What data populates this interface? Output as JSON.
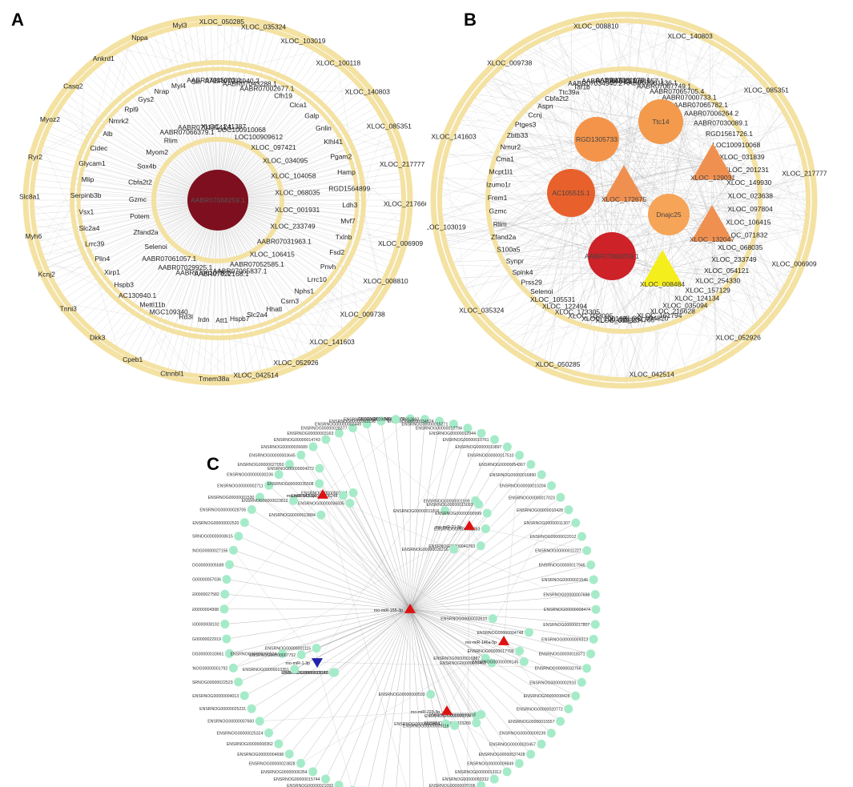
{
  "panels": {
    "a": {
      "letter": "A",
      "hub": "AABR07068259.1",
      "inner_labels": [
        "XLOC_241387",
        "LOC100910068",
        "LOC100909612",
        "XLOC_097421",
        "XLOC_034095",
        "XLOC_104058",
        "XLOC_068035",
        "XLOC_001931",
        "XLOC_233749",
        "AABR07031963.1",
        "XLOC_106415",
        "AABR07052585.1",
        "AABR07065837.1",
        "AABR07022168.1",
        "AABR07061078.1",
        "AABR07029925.1",
        "AABR07061057.1",
        "Selenoi",
        "Zfand2a",
        "Potem",
        "Gzmc",
        "Cbfa2t2",
        "Sox4b",
        "Myom2",
        "Rlim",
        "AABR07066379.1",
        "AABR07016141.1"
      ],
      "middle_labels": [
        "AABR07015003.1",
        "AABR07034940.2",
        "AABR07043288.1",
        "AABR07002677.1",
        "Cfh19",
        "Clca1",
        "Galp",
        "Gnlin",
        "Klhl41",
        "Pgam2",
        "Hamp",
        "RGD1564899",
        "Ldh3",
        "Mvf7",
        "Txlnb",
        "Fsd2",
        "Pnvh",
        "Lrrc10",
        "Nphs1",
        "Csrn3",
        "Hhatl",
        "Slc2a4",
        "Hspb7",
        "Att1",
        "Irdn",
        "Rd3l",
        "MGC109340",
        "Mettl11b",
        "AC130940.1",
        "Hspb3",
        "Xirp1",
        "Plin4",
        "Lrrc39",
        "Slc2a4",
        "Vsx1",
        "Serpinb3b",
        "Mlip",
        "Glycam1",
        "Cidec",
        "Alb",
        "Nmrk2",
        "Rpl9",
        "Gys2",
        "Nrap",
        "Myl4",
        "Sln"
      ],
      "outer_labels": [
        "XLOC_050285",
        "XLOC_035324",
        "XLOC_103019",
        "XLOC_100118",
        "XLOC_140803",
        "XLOC_085351",
        "XLOC_217777",
        "XLOC_217666",
        "XLOC_006909",
        "XLOC_008810",
        "XLOC_009738",
        "XLOC_141603",
        "XLOC_052926",
        "XLOC_042514",
        "Tmem38a",
        "Ctnnbl1",
        "Cpeb1",
        "Dkk3",
        "Tnni3",
        "Kcnj2",
        "Myh6",
        "Slc8a1",
        "Ryr2",
        "Myoz2",
        "Casq2",
        "Ankrd1",
        "Nppa",
        "Myl3"
      ]
    },
    "b": {
      "letter": "B",
      "hubs": [
        {
          "id": "ttc14",
          "label": "Ttc14",
          "shape": "circle",
          "color": "#f39a4c"
        },
        {
          "id": "rgd1305733",
          "label": "RGD1305733",
          "shape": "circle",
          "color": "#f4944a"
        },
        {
          "id": "xloc129031",
          "label": "XLOC_129031",
          "shape": "triangle",
          "color": "#f09050"
        },
        {
          "id": "xloc172675",
          "label": "XLOC_172675",
          "shape": "triangle",
          "color": "#f09050"
        },
        {
          "id": "ac105515",
          "label": "AC105515.1",
          "shape": "circle",
          "color": "#e8602c"
        },
        {
          "id": "dnajc25",
          "label": "Dnajc25",
          "shape": "circle",
          "color": "#f6a457"
        },
        {
          "id": "xloc132047",
          "label": "XLOC_132047",
          "shape": "triangle",
          "color": "#f09050"
        },
        {
          "id": "aabr07068259",
          "label": "AABR07068259.1",
          "shape": "circle",
          "color": "#cc2228"
        },
        {
          "id": "xloc008484",
          "label": "XLOC_008484",
          "shape": "triangle",
          "color": "#f4ee1c"
        }
      ],
      "inner_labels": [
        "AABR07034940.2",
        "AABR07065813.1",
        "AABR07061078.1",
        "AABR07061057.1",
        "AABR07061136.1",
        "AABR07067749.1",
        "AABR07065705.4",
        "AABR07000733.1",
        "AABR07065782.1",
        "AABR07006264.2",
        "AABR07030089.1",
        "RGD1561726.1",
        "LOC100910068",
        "XLOC_031839",
        "XLOC_201231",
        "XLOC_149930",
        "XLOC_023638",
        "XLOC_097804",
        "XLOC_106415",
        "XLOC_071832",
        "XLOC_068035",
        "XLOC_233749",
        "XLOC_054121",
        "XLOC_254330",
        "XLOC_157129",
        "XLOC_124134",
        "XLOC_035094",
        "XLOC_216628",
        "XLOC_161794",
        "XLOC_094820",
        "XLOC_234765",
        "XLOC_018337",
        "XLOC_100185",
        "XLOC_033095",
        "XLOC_173305",
        "XLOC_122494",
        "XLOC_105531",
        "Selenoi",
        "Prss29",
        "Spink4",
        "Synpr",
        "S100a5",
        "Zfand2a",
        "Rlim",
        "Gzmc",
        "Frem1",
        "Izumo1r",
        "Mcpt1l1",
        "Cma1",
        "Nmur2",
        "Zbtb33",
        "Ptges3",
        "Ccnj",
        "Aspn",
        "Cbfa2t2",
        "Ttc39a",
        "Taf1b"
      ],
      "outer_labels": [
        "XLOC_140803",
        "XLOC_085351",
        "XLOC_217777",
        "XLOC_006909",
        "XLOC_052926",
        "XLOC_042514",
        "XLOC_050285",
        "XLOC_035324",
        "XLOC_103019",
        "XLOC_141603",
        "XLOC_009738",
        "XLOC_008810"
      ]
    },
    "c": {
      "letter": "C",
      "mirnas": [
        {
          "id": "m1",
          "label": "rno-miR-155-3p",
          "color": "#dd1111",
          "shape": "tri-up"
        },
        {
          "id": "m2",
          "label": "rno-miR-142-5p",
          "color": "#dd1111",
          "shape": "tri-up"
        },
        {
          "id": "m3",
          "label": "rno-miR-21-5p",
          "color": "#dd1111",
          "shape": "tri-up"
        },
        {
          "id": "m4",
          "label": "rno-miR-223-3p",
          "color": "#dd1111",
          "shape": "tri-up"
        },
        {
          "id": "m5",
          "label": "rno-miR-146a-5p",
          "color": "#dd1111",
          "shape": "tri-up"
        },
        {
          "id": "m6",
          "label": "rno-miR-1-3p",
          "color": "#2222aa",
          "shape": "tri-down"
        }
      ],
      "genes": [
        "ENSRNOG00000014879",
        "ENSRNOG00000012692",
        "ENSRNOG00000034524",
        "ENSRNOG00000015271",
        "ENSRNOG00000012794",
        "ENSRNOG00000012944",
        "ENSRNOG00000010761",
        "ENSRNOG00000010897",
        "ENSRNOG00000017510",
        "ENSRNOG00000054367",
        "ENSRNOG00000016890",
        "ENSRNOG00000010204",
        "ENSRNOG00000017023",
        "ENSRNOG00000010428",
        "ENSRNOG00000011307",
        "ENSRNOG00000022012",
        "ENSRNOG00000011227",
        "ENSRNOG00000017946",
        "ENSRNOG00000021546",
        "ENSRNOG00000007698",
        "ENSRNOG00000008474",
        "ENSRNOG00000017807",
        "ENSRNOG00000009313",
        "ENSRNOG00000018371",
        "ENSRNOG00000032756",
        "ENSRNOG00000002910",
        "ENSRNOG00000008428",
        "ENSRNOG00000020772",
        "ENSRNOG00000015557",
        "ENSRNOG00000009239",
        "ENSRNOG00000020457",
        "ENSRNOG00000037428",
        "ENSRNOG00000009849",
        "ENSRNOG00000013312",
        "ENSRNOG00000003332",
        "ENSRNOG00000009206",
        "ENSRNOG00000022229",
        "ENSRNOG00000049733",
        "ENSRNOG00000007066",
        "ENSRNOG00000021828",
        "ENSRNOG00000053351",
        "ENSRNOG00000007078",
        "ENSRNOG00000020893",
        "ENSRNOG00000013265",
        "ENSRNOG00000006924",
        "ENSRNOG00000021093",
        "ENSRNOG00000015744",
        "ENSRNOG00000006354",
        "ENSRNOG00000023828",
        "ENSRNOG00000004698",
        "ENSRNOG00000008362",
        "ENSRNOG00000025324",
        "ENSRNOG00000007660",
        "ENSRNOG00000025231",
        "ENSRNOG00000004013",
        "ENSRNOG00000022523",
        "ENSRNOG00000001792",
        "ENSRNOG00000033661",
        "ENSRNOG00000022919",
        "ENSRNOG00000008192",
        "ENSRNOG00000004998",
        "ENSRNOG00000027582",
        "ENSRNOG00000057036",
        "ENSRNOG00000005589",
        "ENSRNOG00000027156",
        "ENSRNOG00000008615",
        "ENSRNOG00000002520",
        "ENSRNOG00000028705",
        "ENSRNOG00000001530",
        "ENSRNOG00000002711",
        "ENSRNOG00000030236",
        "ENSRNOG00000027050",
        "ENSRNOG00000003645",
        "ENSRNOG00000026689",
        "ENSRNOG00000014743",
        "ENSRNOG00000003163",
        "ENSRNOG00000028377",
        "ENSRNOG00000002449",
        "ENSRNOG00000003198",
        "ENSRNOG00000029845",
        "ENSRNOG00000023812",
        "ENSRNOG00000001599",
        "ENSRNOG00000033289",
        "ENSRNOG00000016887",
        "ENSRNOG00000001115",
        "ENSRNOG00000035508",
        "ENSRNOG00000015093",
        "ENSRNOG00000000294",
        "ENSRNOG00000017709",
        "ENSRNOG00000019342",
        "ENSRNOG00000002191",
        "ENSRNOG00000011816",
        "ENSRNOG00000000593",
        "ENSRNOG00000004748",
        "ENSRNOG00000000524",
        "ENSRNOG00000004272",
        "ENSRNOG00000040763",
        "ENSRNOG00000001011",
        "ENSRNOG00000033610",
        "ENSRNOG00000001056",
        "ENSRNOG00000036835",
        "ENSRNOG00000000999",
        "ENSRNOG00000000018",
        "ENSRNOG00000000461",
        "ENSRNOG00000007752",
        "ENSRNOG00000013884",
        "ENSRNOG00000026216",
        "ENSRNOG00000009116",
        "ENSRNOG00000009145",
        "ENSRNOG00000010351",
        "ENSRNOG00000006248",
        "ENSRNOG00000011863"
      ]
    }
  }
}
